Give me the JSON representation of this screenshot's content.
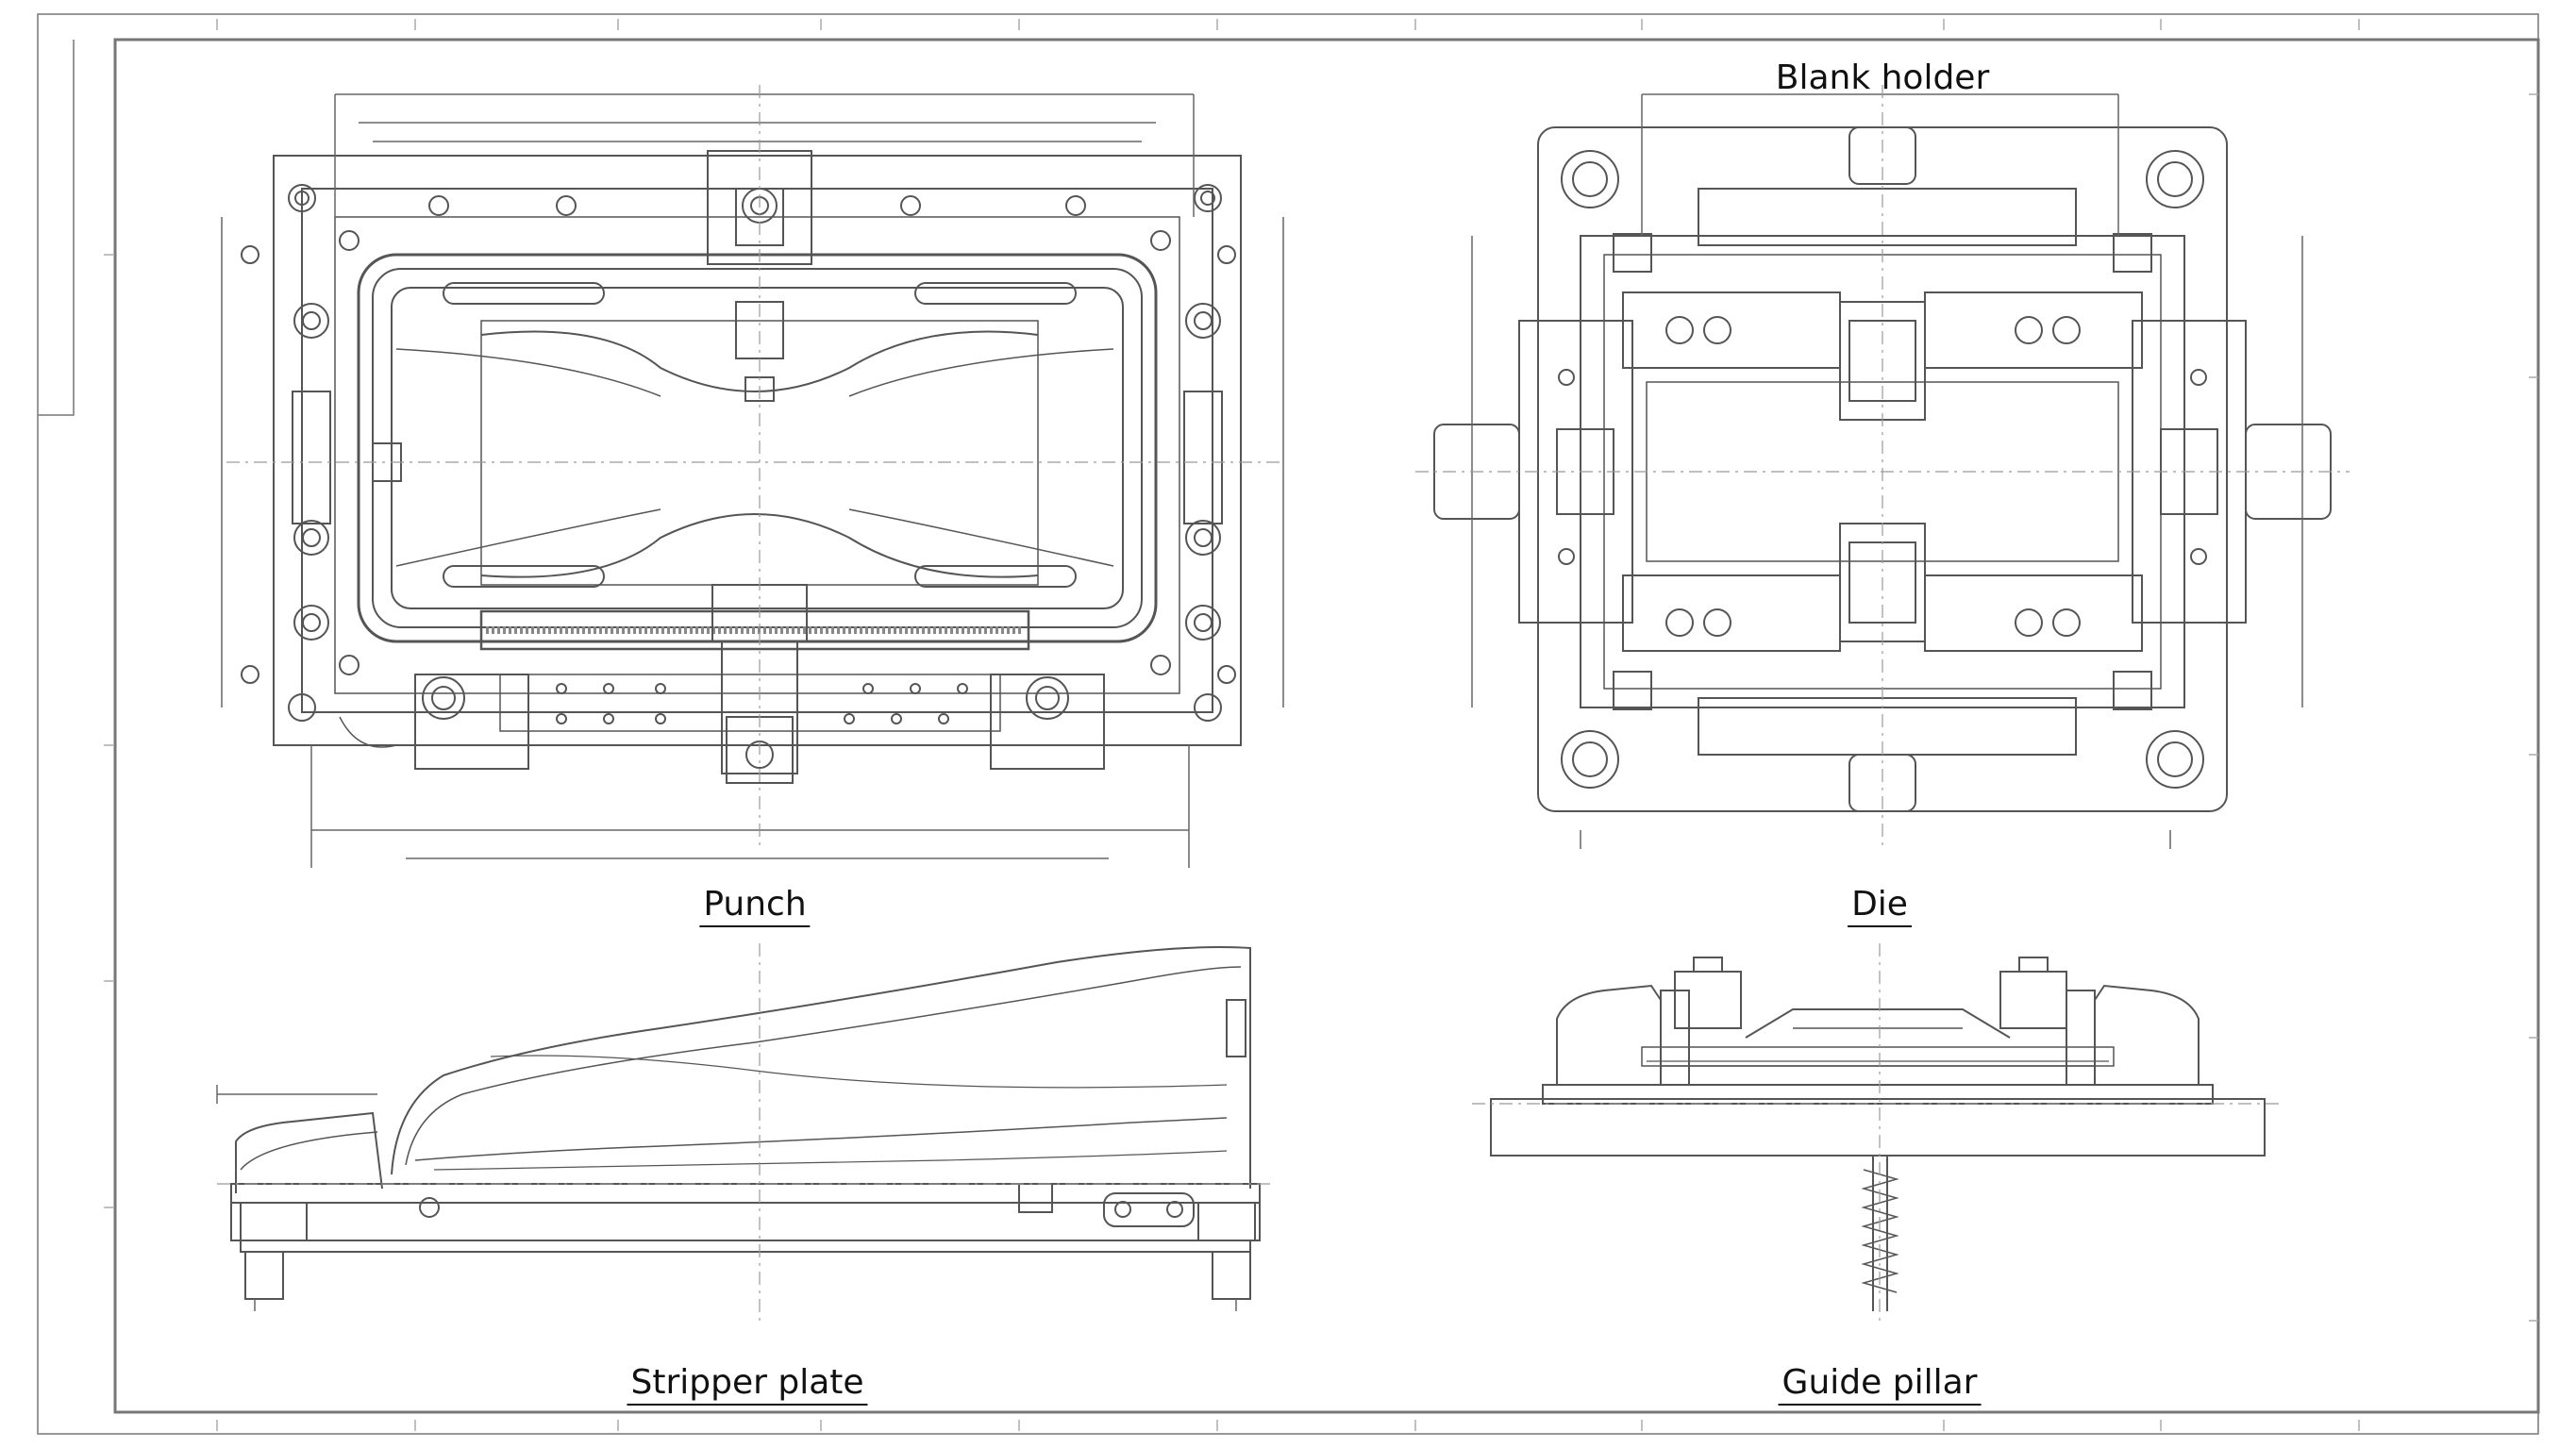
{
  "labels": {
    "blank_holder": "Blank holder",
    "punch": "Punch",
    "die": "Die",
    "stripper_plate": "Stripper plate",
    "guide_pillar": "Guide pillar"
  },
  "colors": {
    "line": "#555555",
    "frame": "#777777",
    "background": "#ffffff"
  }
}
